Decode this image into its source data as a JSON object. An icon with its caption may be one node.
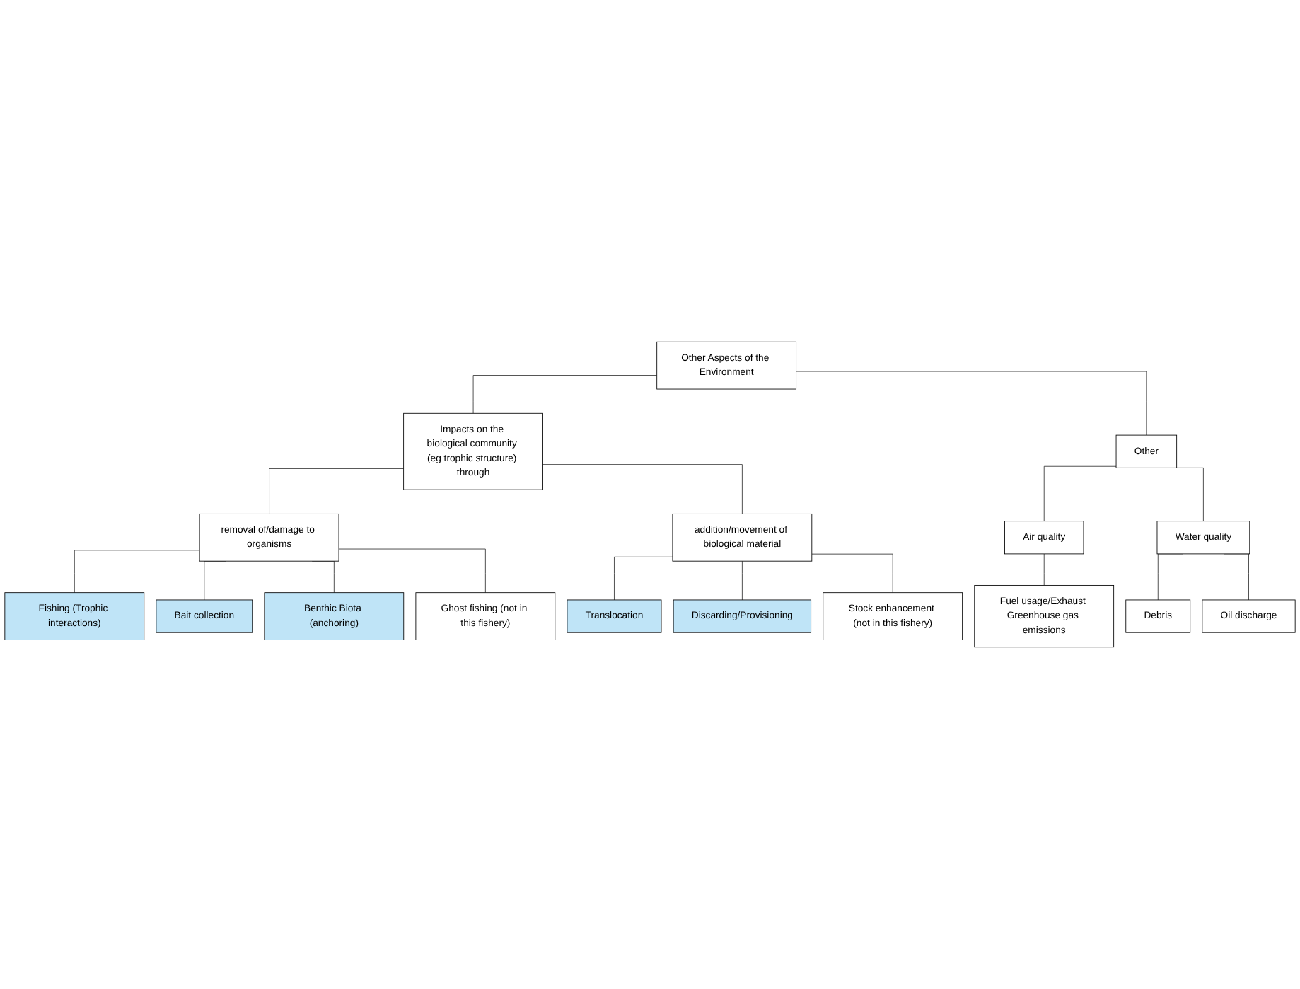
{
  "diagram": {
    "nodes": [
      {
        "text": [
          "Other Aspects of the Environment"
        ]
      },
      {
        "text": [
          "Impacts on the biological community (eg trophic structure) through"
        ]
      },
      {
        "text": [
          "Other"
        ]
      },
      {
        "text": [
          "removal of/damage to organisms"
        ]
      },
      {
        "text": [
          "addition/movement of biological material"
        ]
      },
      {
        "text": [
          "Fishing (Trophic interactions)"
        ]
      },
      {
        "text": [
          "Bait collection"
        ]
      },
      {
        "text": [
          "Benthic Biota (anchoring)"
        ]
      },
      {
        "text": [
          "Ghost fishing (not in this fishery)"
        ]
      },
      {
        "text": [
          "Translocation"
        ]
      },
      {
        "text": [
          "Discarding/Provisioning"
        ]
      },
      {
        "text": [
          "Stock enhancement (not in this fishery)"
        ]
      },
      {
        "text": [
          "Air quality"
        ]
      },
      {
        "text": [
          "Fuel usage/Exhaust Greenhouse gas emissions"
        ]
      },
      {
        "text": [
          "Water quality"
        ]
      },
      {
        "text": [
          "Debris"
        ]
      },
      {
        "text": [
          "Oil discharge"
        ]
      }
    ],
    "edges": [
      {
        "from": 0,
        "to": 1,
        "arrow": "none"
      },
      {
        "from": 0,
        "to": 2,
        "arrow": "none"
      },
      {
        "from": 1,
        "to": 3,
        "arrow": "none"
      },
      {
        "from": 1,
        "to": 4,
        "arrow": "none"
      },
      {
        "from": 3,
        "to": 5,
        "arrow": "none"
      },
      {
        "from": 3,
        "to": 6,
        "arrow": "none"
      },
      {
        "from": 3,
        "to": 7,
        "arrow": "none"
      },
      {
        "from": 3,
        "to": 8,
        "arrow": "none"
      },
      {
        "from": 4,
        "to": 9,
        "arrow": "none"
      },
      {
        "from": 4,
        "to": 10,
        "arrow": "none"
      },
      {
        "from": 4,
        "to": 11,
        "arrow": "none"
      },
      {
        "from": 2,
        "to": 12,
        "arrow": "none"
      },
      {
        "from": 12,
        "to": 13,
        "arrow": "none"
      },
      {
        "from": 2,
        "to": 14,
        "arrow": "none"
      },
      {
        "from": 14,
        "to": 15,
        "arrow": "none"
      },
      {
        "from": 14,
        "to": 16,
        "arrow": "none"
      }
    ]
  }
}
